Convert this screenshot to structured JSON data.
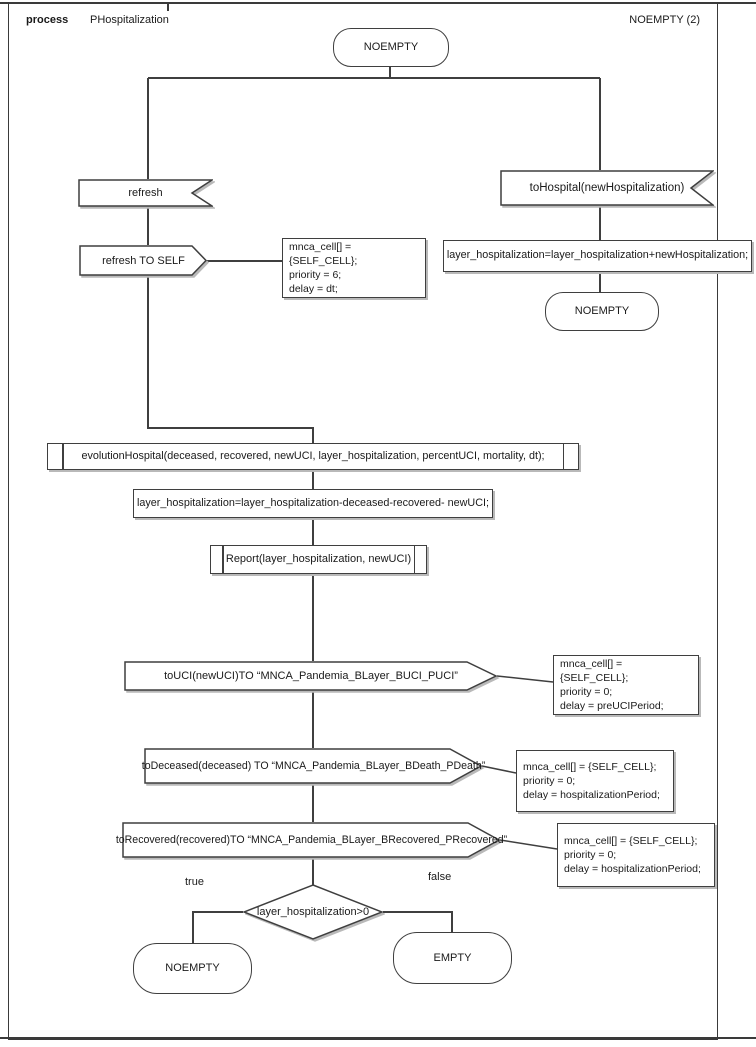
{
  "header": {
    "kind_label": "process",
    "process_name": "PHospitalization",
    "corner_label": "NOEMPTY (2)"
  },
  "nodes": {
    "start_state": "NOEMPTY",
    "refresh_flag": "refresh",
    "refresh_send": "refresh TO SELF",
    "note_refresh": [
      "mnca_cell[] = {SELF_CELL};",
      "priority = 6;",
      "delay = dt;"
    ],
    "tohospital_flag": "toHospital(newHospitalization)",
    "hosp_add": "layer_hospitalization=layer_hospitalization+newHospitalization;",
    "noempty_right": "NOEMPTY",
    "evolution": "evolutionHospital(deceased, recovered, newUCI, layer_hospitalization, percentUCI, mortality, dt);",
    "hosp_sub": "layer_hospitalization=layer_hospitalization-deceased-recovered- newUCI;",
    "report": "Report(layer_hospitalization, newUCI)",
    "touci_send": "toUCI(newUCI)TO “MNCA_Pandemia_BLayer_BUCI_PUCI”",
    "note_uci": [
      "mnca_cell[] = {SELF_CELL};",
      "priority = 0;",
      "delay = preUCIPeriod;"
    ],
    "todeceased_send": "toDeceased(deceased) TO “MNCA_Pandemia_BLayer_BDeath_PDeath”",
    "note_deceased": [
      "mnca_cell[] = {SELF_CELL};",
      "priority = 0;",
      "delay = hospitalizationPeriod;"
    ],
    "torecovered_send": "toRecovered(recovered)TO “MNCA_Pandemia_BLayer_BRecovered_PRecovered”",
    "note_recovered": [
      "mnca_cell[] = {SELF_CELL};",
      "priority = 0;",
      "delay = hospitalizationPeriod;"
    ],
    "decision": "layer_hospitalization>0",
    "branch_true": "true",
    "branch_false": "false",
    "noempty_end": "NOEMPTY",
    "empty_end": "EMPTY"
  },
  "colors": {
    "line": "#3f3f3f",
    "shadow": "#b9b9b9",
    "background": "#ffffff",
    "text": "#1a1a1a"
  }
}
